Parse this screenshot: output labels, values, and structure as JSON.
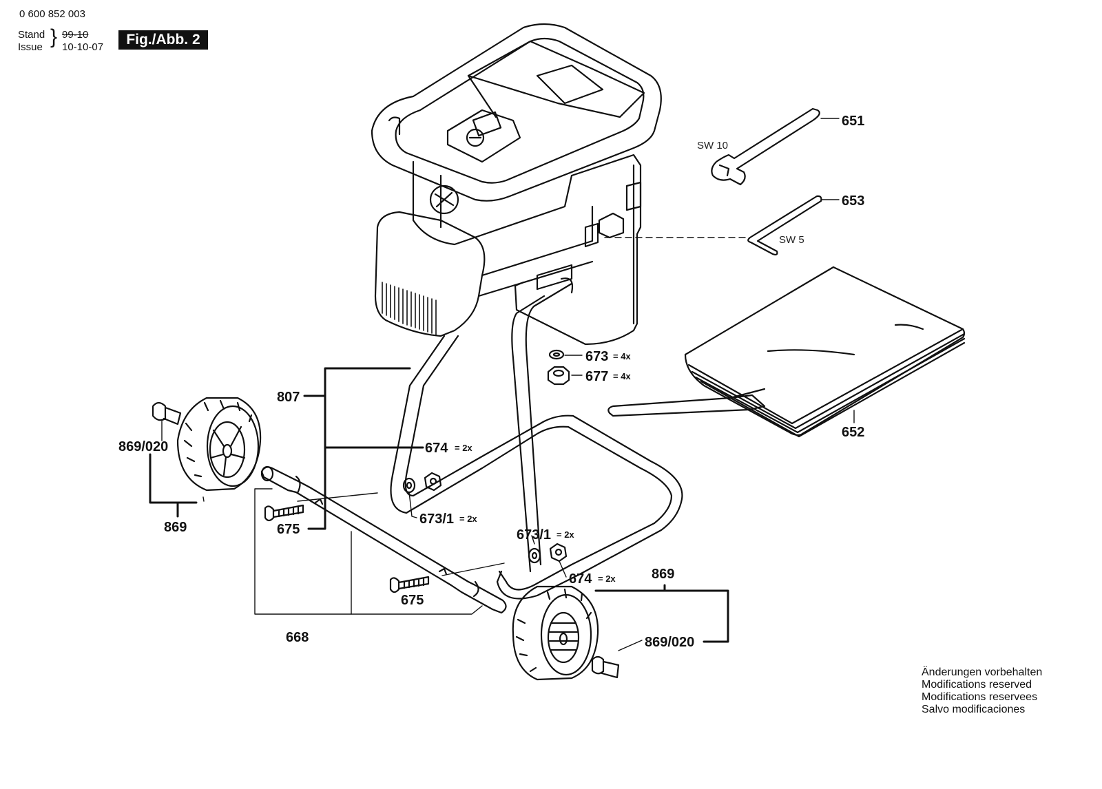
{
  "header": {
    "doc_number": "0 600 852 003",
    "stand_label": "Stand",
    "issue_label": "Issue",
    "stand_old_date": "99-10",
    "issue_date": "10-10-07",
    "figure_label": "Fig./Abb. 2"
  },
  "parts": {
    "p651": "651",
    "p653": "653",
    "p652": "652",
    "p673": "673",
    "p677": "677",
    "p807": "807",
    "p674": "674",
    "p674b": "674",
    "p673_1": "673/1",
    "p673_1b": "673/1",
    "p675": "675",
    "p675b": "675",
    "p668": "668",
    "p869_020": "869/020",
    "p869_020b": "869/020",
    "p869": "869",
    "p869b": "869"
  },
  "quantities": {
    "q673": "= 4x",
    "q677": "= 4x",
    "q674": "= 2x",
    "q674b": "= 2x",
    "q673_1": "= 2x",
    "q673_1b": "= 2x"
  },
  "wrench_sizes": {
    "sw10": "SW 10",
    "sw5": "SW 5"
  },
  "notice": {
    "line1": "Änderungen vorbehalten",
    "line2": "Modifications reserved",
    "line3": "Modifications reservees",
    "line4": "Salvo modificaciones"
  },
  "icons": [
    "shredder-body",
    "wrench-icon",
    "hex-key-icon",
    "manual-book-icon",
    "wheel-icon",
    "axle-icon",
    "screw-icon",
    "washer-icon",
    "nut-icon",
    "frame-tube"
  ]
}
